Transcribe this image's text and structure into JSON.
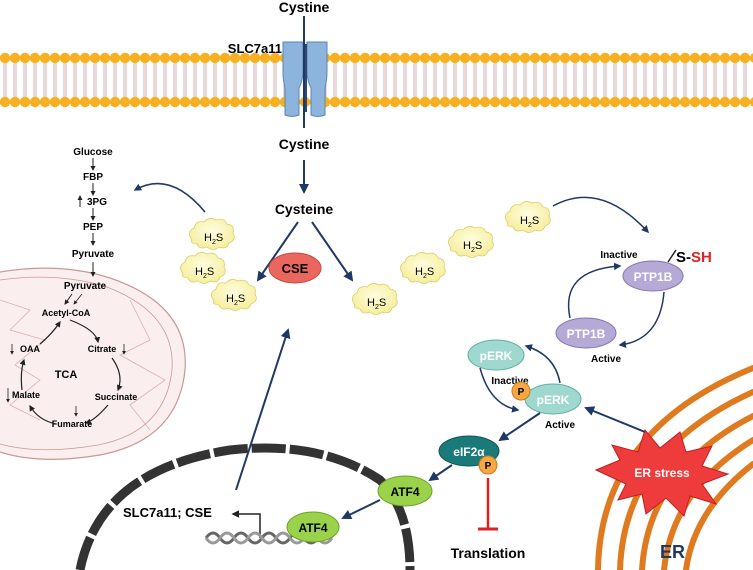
{
  "membrane": {
    "cystine_outside": "Cystine",
    "transporter": "SLC7a11",
    "cystine_inside": "Cystine",
    "cysteine": "Cysteine",
    "enzyme": "CSE"
  },
  "h2s": {
    "label_main": "H",
    "label_sub": "2",
    "label_tail": "S"
  },
  "glycolysis": [
    "Glucose",
    "FBP",
    "3PG",
    "PEP",
    "Pyruvate"
  ],
  "mitochondrion": {
    "pyruvate": "Pyruvate",
    "acetyl_coa": "Acetyl-CoA",
    "citrate": "Citrate",
    "oaa": "OAA",
    "tca": "TCA",
    "malate": "Malate",
    "succinate": "Succinate",
    "fumarate": "Fumarate"
  },
  "signaling": {
    "inactive_top": "Inactive",
    "s_dash": "S-",
    "sh": "SH",
    "ptp1b_inactive": "PTP1B",
    "ptp1b_active": "PTP1B",
    "active_label_1": "Active",
    "perk_inactive": "pERK",
    "inactive_label": "Inactive",
    "perk_active": "pERK",
    "active_label_2": "Active",
    "phospho": "P",
    "eif2a": "eIF2α",
    "atf4_cyto": "ATF4",
    "atf4_nuc": "ATF4",
    "translation": "Translation",
    "genes": "SLC7a11; CSE",
    "er_stress": "ER stress",
    "er": "ER"
  },
  "colors": {
    "arrow": "#1f3864",
    "cse": "#e9675e",
    "h2s_fill": "#fbf6b4",
    "ptp1b": "#b5a9d6",
    "perk": "#9fd8cf",
    "eif2a": "#1a7a7a",
    "atf4": "#9bd24c",
    "phospho": "#f4a742",
    "er": "#e07a1e",
    "er_stress": "#ee3b3b",
    "inhibit": "#e02020"
  }
}
